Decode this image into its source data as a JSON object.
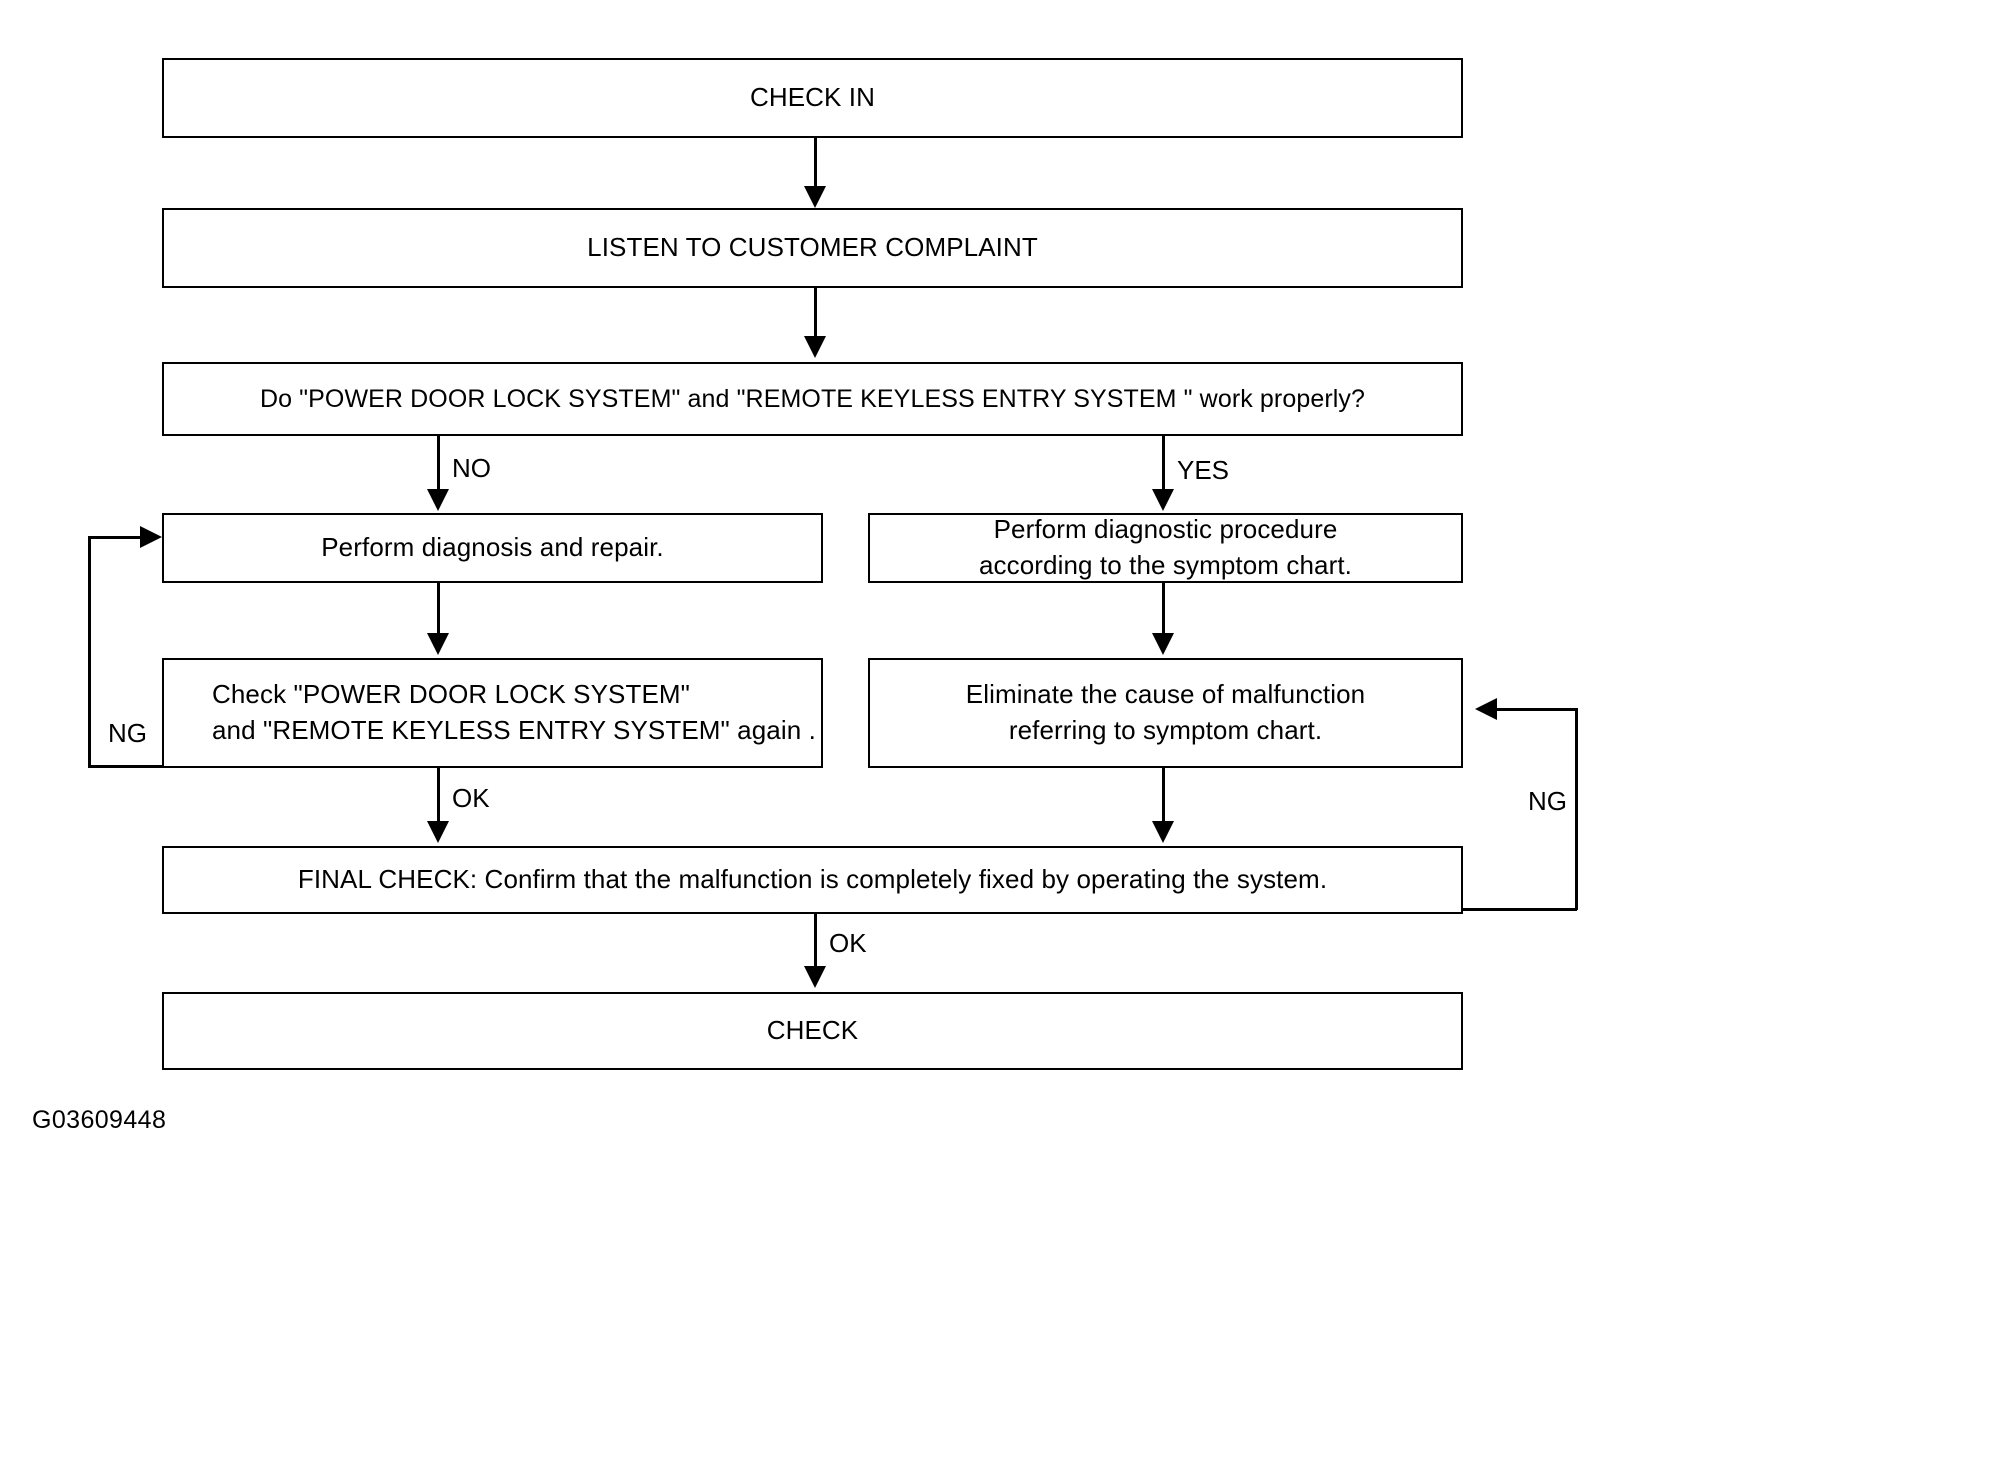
{
  "figure": {
    "id_label": "G03609448",
    "type": "flowchart",
    "title": "Power Door Lock / Remote Keyless Entry diagnostic flow"
  },
  "nodes": {
    "check_in": {
      "label": "CHECK IN"
    },
    "listen": {
      "label": "LISTEN TO CUSTOMER COMPLAINT"
    },
    "decision": {
      "label": "Do \"POWER DOOR LOCK SYSTEM\" and \"REMOTE  KEYLESS  ENTRY  SYSTEM \" work properly?"
    },
    "perform_repair": {
      "label": "Perform diagnosis and repair."
    },
    "perform_symptom": {
      "line1": "Perform diagnostic procedure",
      "line2": "according to the symptom chart."
    },
    "recheck": {
      "line1": "Check  \"POWER DOOR LOCK SYSTEM\"",
      "line2": "and \"REMOTE  KEYLESS  ENTRY SYSTEM\" again ."
    },
    "eliminate": {
      "line1": "Eliminate the cause of malfunction",
      "line2": "referring to symptom chart."
    },
    "final_check": {
      "label": "FINAL CHECK: Confirm that the malfunction is completely fixed by operating the system."
    },
    "check_out": {
      "label": "CHECK"
    }
  },
  "edges": {
    "no_label": "NO",
    "yes_label": "YES",
    "ng_left_label": "NG",
    "ok_left_label": "OK",
    "ng_right_label": "NG",
    "ok_bottom_label": "OK"
  },
  "chart_data": {
    "type": "diagram",
    "diagram_kind": "flowchart",
    "nodes": [
      {
        "id": "check_in",
        "text": "CHECK IN"
      },
      {
        "id": "listen",
        "text": "LISTEN TO CUSTOMER COMPLAINT"
      },
      {
        "id": "decision",
        "text": "Do \"POWER DOOR LOCK SYSTEM\" and \"REMOTE  KEYLESS  ENTRY  SYSTEM \" work properly?"
      },
      {
        "id": "perform_repair",
        "text": "Perform diagnosis and repair."
      },
      {
        "id": "perform_symptom",
        "text": "Perform diagnostic procedure according to the symptom chart."
      },
      {
        "id": "recheck",
        "text": "Check  \"POWER DOOR LOCK SYSTEM\" and \"REMOTE  KEYLESS  ENTRY SYSTEM\" again ."
      },
      {
        "id": "eliminate",
        "text": "Eliminate the cause of malfunction referring to symptom chart."
      },
      {
        "id": "final_check",
        "text": "FINAL CHECK: Confirm that the malfunction is completely fixed by operating the system."
      },
      {
        "id": "check_out",
        "text": "CHECK"
      }
    ],
    "edges": [
      {
        "from": "check_in",
        "to": "listen",
        "label": ""
      },
      {
        "from": "listen",
        "to": "decision",
        "label": ""
      },
      {
        "from": "decision",
        "to": "perform_repair",
        "label": "NO"
      },
      {
        "from": "decision",
        "to": "perform_symptom",
        "label": "YES"
      },
      {
        "from": "perform_repair",
        "to": "recheck",
        "label": ""
      },
      {
        "from": "recheck",
        "to": "perform_repair",
        "label": "NG"
      },
      {
        "from": "recheck",
        "to": "final_check",
        "label": "OK"
      },
      {
        "from": "perform_symptom",
        "to": "eliminate",
        "label": ""
      },
      {
        "from": "eliminate",
        "to": "final_check",
        "label": ""
      },
      {
        "from": "final_check",
        "to": "eliminate",
        "label": "NG"
      },
      {
        "from": "final_check",
        "to": "check_out",
        "label": "OK"
      }
    ]
  }
}
